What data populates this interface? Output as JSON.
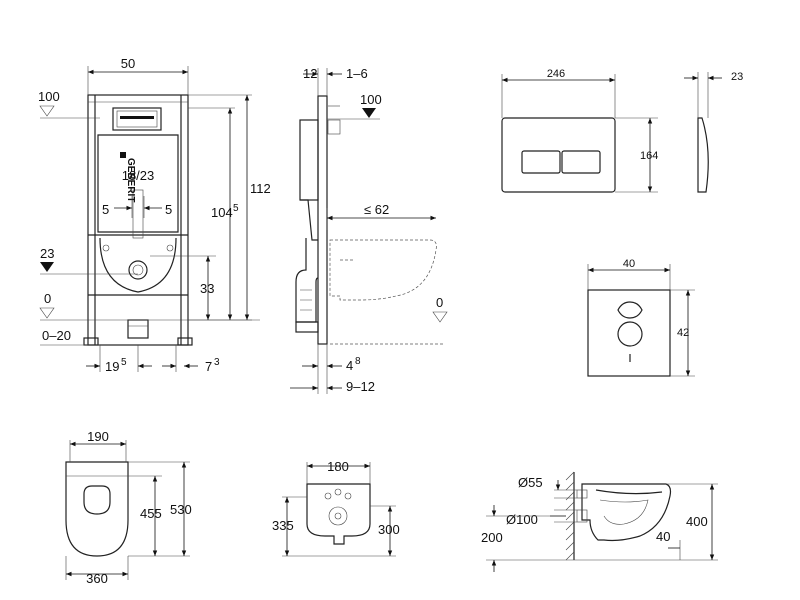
{
  "front_view": {
    "width": "50",
    "top_level": "100",
    "brand": "GEBERIT",
    "inlet_dims": "18/23",
    "offset_left": "5",
    "offset_right": "5",
    "height_total": "112",
    "height_inner_a": "104",
    "height_inner_b": "5",
    "outlet_level": "23",
    "outlet_height": "33",
    "floor_level": "0",
    "floor_range": "0–20",
    "bottom_left_a": "19",
    "bottom_left_b": "5",
    "bottom_right_a": "7",
    "bottom_right_b": "3"
  },
  "side_view": {
    "depth_top": "12",
    "depth_range": "1–6",
    "top_level": "100",
    "bowl_reach": "≤ 62",
    "floor_level": "0",
    "bottom_a": "4",
    "bottom_b": "8",
    "bottom_range": "9–12"
  },
  "flush_plate": {
    "width": "246",
    "height": "164",
    "depth": "23"
  },
  "cover_plate": {
    "width": "40",
    "height": "42"
  },
  "bowl_top": {
    "width_inner": "190",
    "width_outer": "360",
    "length_inner": "455",
    "length_outer": "530"
  },
  "bowl_rear": {
    "width": "180",
    "height_a": "335",
    "height_b": "300"
  },
  "bowl_side": {
    "pipe_small": "Ø55",
    "pipe_large": "Ø100",
    "height_outlet": "200",
    "offset": "40",
    "height_total": "400"
  }
}
